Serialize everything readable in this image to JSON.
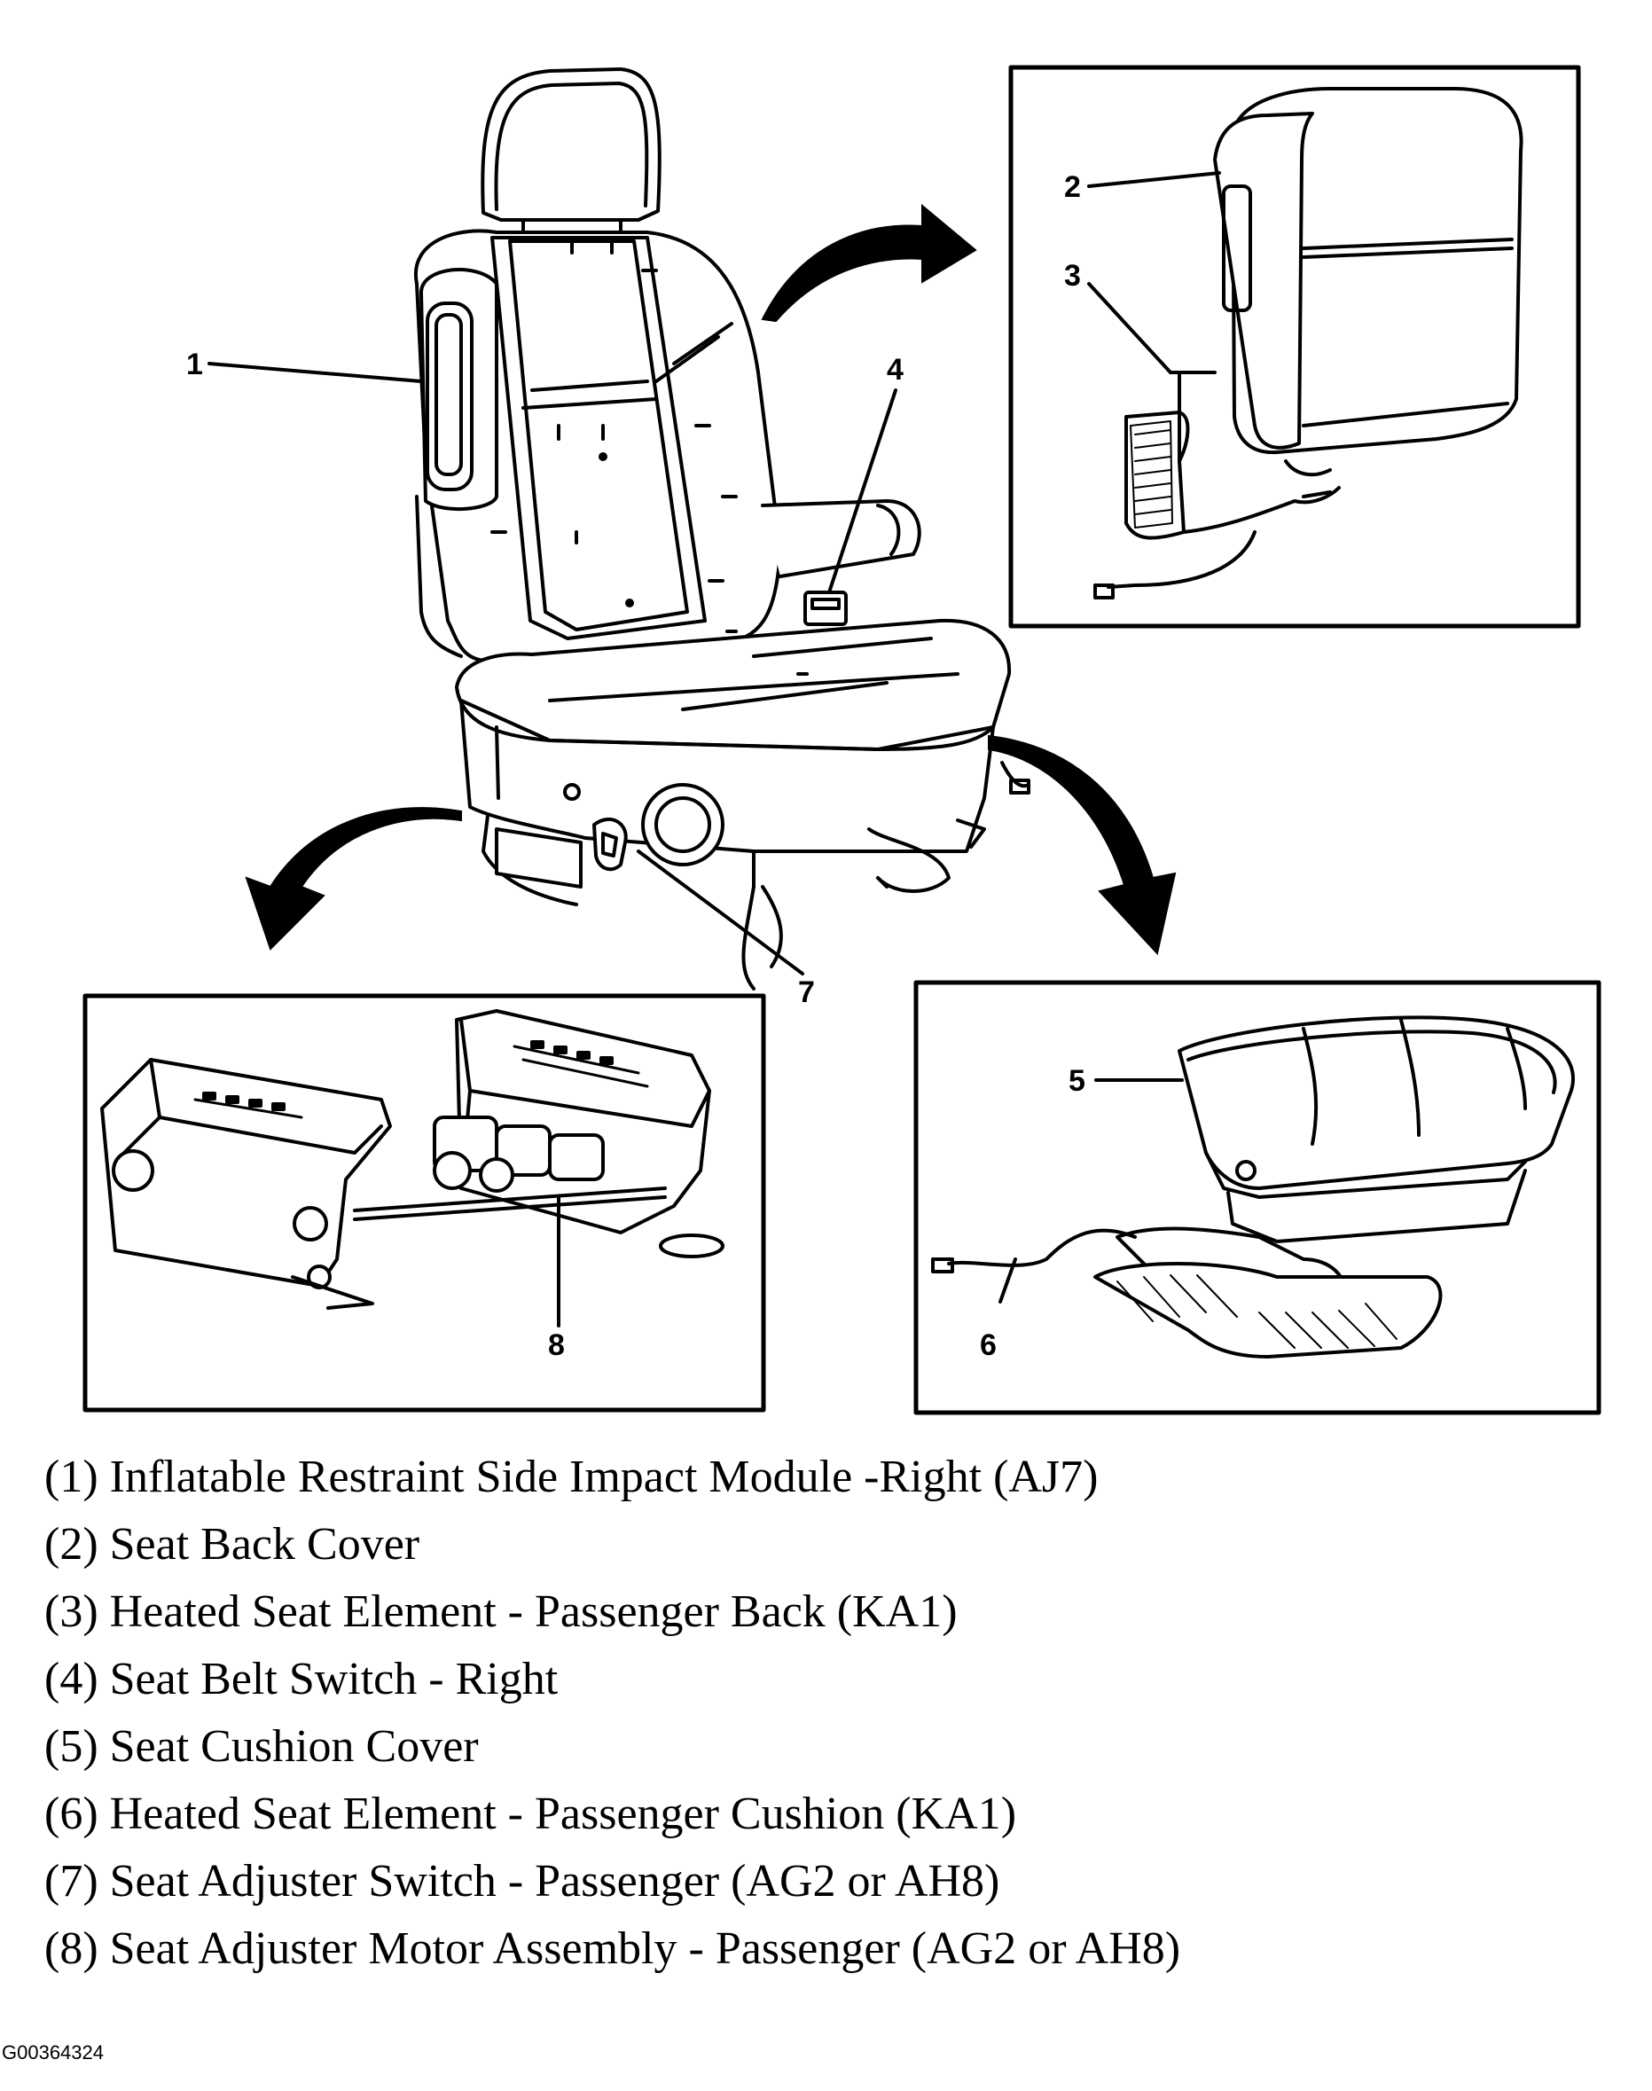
{
  "callouts": [
    "1",
    "2",
    "3",
    "4",
    "5",
    "6",
    "7",
    "8"
  ],
  "legend": [
    "(1) Inflatable Restraint Side Impact Module -Right (AJ7)",
    "(2) Seat Back Cover",
    "(3) Heated Seat Element - Passenger Back (KA1)",
    "(4) Seat Belt Switch - Right",
    "(5) Seat Cushion Cover",
    "(6) Heated Seat Element - Passenger Cushion (KA1)",
    "(7) Seat Adjuster Switch - Passenger (AG2 or AH8)",
    "(8) Seat Adjuster Motor Assembly - Passenger (AG2 or AH8)"
  ],
  "figure_id": "G00364324",
  "icons": [
    "seat-assembly-icon",
    "seat-back-cover-icon",
    "seat-cushion-cover-icon",
    "seat-adjuster-frame-icon",
    "arrow-icon"
  ]
}
